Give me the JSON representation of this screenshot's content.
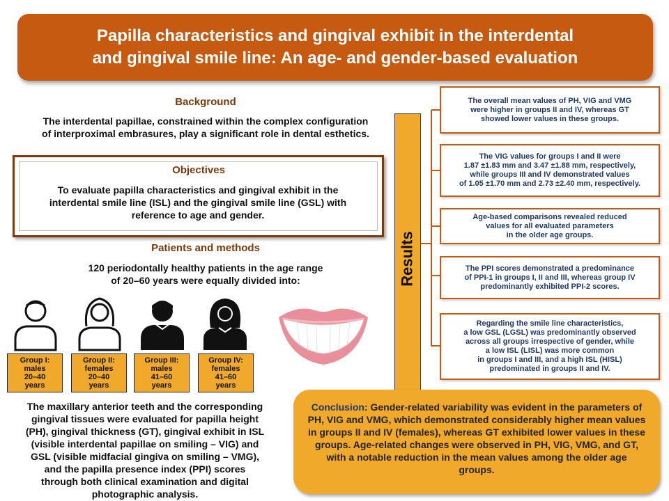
{
  "title": {
    "line1": "Papilla characteristics and gingival exhibit in the interdental",
    "line2": "and gingival smile line: An age- and gender-based evaluation"
  },
  "background": {
    "heading": "Background",
    "text_line1": "The interdental papillae, constrained within the complex configuration",
    "text_line2": "of interproximal embrasures, play a significant role in dental esthetics."
  },
  "objectives": {
    "heading": "Objectives",
    "text_line1": "To evaluate papilla characteristics and gingival exhibit in the",
    "text_line2": "interdental smile line (ISL) and the gingival smile line (GSL) with",
    "text_line3": "reference to age and gender."
  },
  "methods": {
    "heading": "Patients and methods",
    "intro_line1": "120 periodontally healthy patients in the age range",
    "intro_line2": "of 20–60 years were equally divided into:",
    "groups": [
      {
        "name": "Group I:",
        "sex": "males",
        "range": "20–40",
        "unit": "years",
        "icon": "person-outline-male-icon"
      },
      {
        "name": "Group II:",
        "sex": "females",
        "range": "20–40",
        "unit": "years",
        "icon": "person-outline-female-icon"
      },
      {
        "name": "Group III:",
        "sex": "males",
        "range": "41–60",
        "unit": "years",
        "icon": "person-filled-male-icon"
      },
      {
        "name": "Group IV:",
        "sex": "females",
        "range": "41–60",
        "unit": "years",
        "icon": "person-filled-female-icon"
      }
    ],
    "desc_lines": [
      "The maxillary anterior teeth and the corresponding",
      "gingival tissues were evaluated for papilla height",
      "(PH), gingival thickness (GT), gingival exhibit in ISL",
      "(visible interdental papillae on smiling – VIG) and",
      "GSL (visible midfacial gingiva on smiling – VMG),",
      "and the papilla presence index (PPI) scores",
      "through both clinical examination and digital",
      "photographic analysis."
    ]
  },
  "results": {
    "label": "Results",
    "items": [
      {
        "lines": [
          "The overall mean values of PH, VIG and VMG",
          "were higher in groups II and IV, whereas GT",
          "showed lower values in these groups."
        ]
      },
      {
        "lines": [
          "The VIG values for groups I and II were",
          "1.87 ±1.83 mm and 3.47 ±1.88 mm, respectively,",
          "while groups III and IV demonstrated values",
          "of 1.05 ±1.70 mm and 2.73 ±2.40 mm, respectively."
        ]
      },
      {
        "lines": [
          "Age-based comparisons  revealed reduced",
          "values for all evaluated parameters",
          "in the older age groups."
        ]
      },
      {
        "lines": [
          "The PPI scores demonstrated a predominance",
          "of PPI-1 in groups I, II and III, whereas group IV",
          "predominantly exhibited PPI-2 scores."
        ]
      },
      {
        "lines": [
          "Regarding the smile line characteristics,",
          "a low GSL (LGSL) was predominantly observed",
          "across  all groups irrespective of gender, while",
          "a low ISL (LISL) was more common",
          "in groups I and III, and a high ISL (HISL)",
          "predominated in groups II and IV."
        ]
      }
    ]
  },
  "conclusion": {
    "label": "Conclusion:",
    "text": "Gender-related variability was evident in the parameters of PH, VIG and VMG, which demonstrated considerably higher mean values in groups II and IV (females), whereas GT exhibited lower values in these groups. Age-related changes were observed in PH, VIG, VMG, and GT, with a notable reduction in the mean values among the older age groups."
  },
  "colors": {
    "banner": "#c65a11",
    "heading": "#7a3a0e",
    "accent": "#f0a92a",
    "result_text": "#1f3864"
  }
}
